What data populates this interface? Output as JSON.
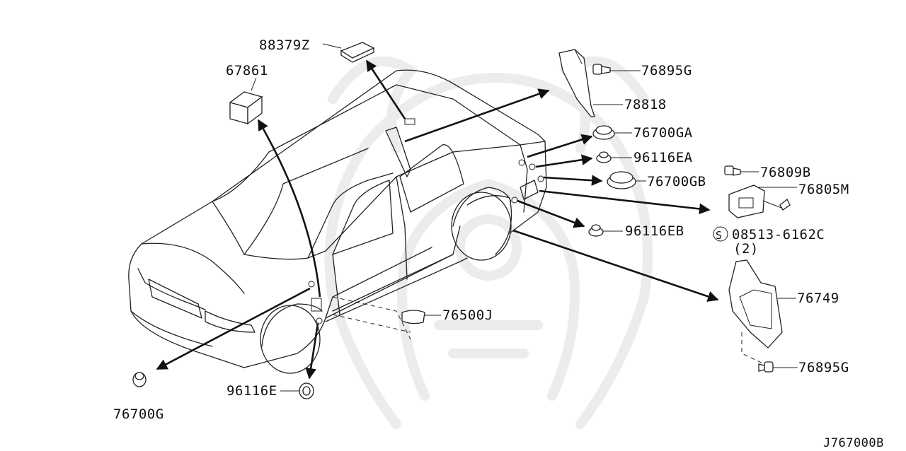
{
  "diagram_code": "J767000B",
  "part_labels": {
    "p88379Z": "88379Z",
    "p67861": "67861",
    "p76895G_top": "76895G",
    "p78818": "78818",
    "p76700GA": "76700GA",
    "p96116EA": "96116EA",
    "p76809B": "76809B",
    "p76700GB": "76700GB",
    "p76805M": "76805M",
    "p96116EB": "96116EB",
    "p08513": "08513-6162C",
    "p08513_qty": "(2)",
    "p08513_symbol": "S",
    "p76749": "76749",
    "p76500J": "76500J",
    "p76895G_bottom": "76895G",
    "p96116E": "96116E",
    "p76700G": "76700G"
  },
  "colors": {
    "ink": "#111111",
    "watermark": "#ececec",
    "background": "#ffffff"
  }
}
